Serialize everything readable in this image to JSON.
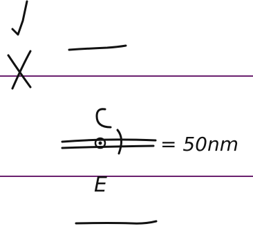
{
  "colors": {
    "background": "#ffffff",
    "ink": "#111111",
    "rule_line": "#6a1f6e"
  },
  "handwriting": {
    "label_c": "C",
    "label_e": "E",
    "equation_text": "= 50nm"
  },
  "marks": {
    "check": "check-mark",
    "cross": "x-mark",
    "dashes": 2,
    "rule_lines": 2
  }
}
